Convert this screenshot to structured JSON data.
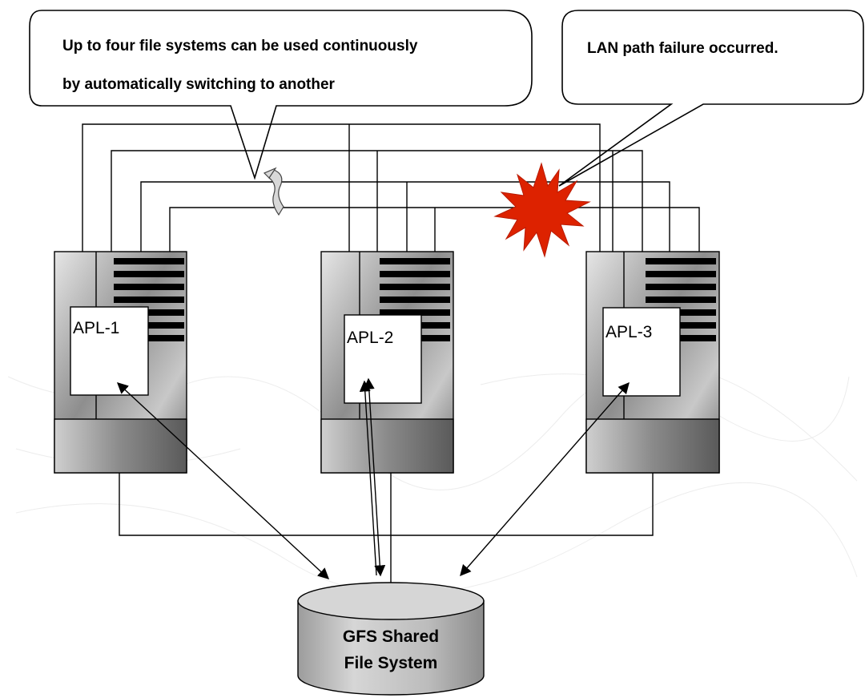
{
  "callouts": {
    "left": {
      "line1": "Up to four file systems can be used continuously",
      "line2": "by automatically switching to another"
    },
    "right": {
      "line1": "LAN path failure occurred."
    }
  },
  "nodes": [
    {
      "label": "APL-1"
    },
    {
      "label": "APL-2"
    },
    {
      "label": "APL-3"
    }
  ],
  "disk": {
    "line1": "GFS Shared",
    "line2": "File System"
  },
  "colors": {
    "failure_burst": "#dd2200",
    "line": "#000000",
    "node_fill": "#9a9a9a",
    "disk_fill": "#b8b8b8"
  },
  "icons": [
    "switch-arrow-icon",
    "failure-burst-icon"
  ]
}
